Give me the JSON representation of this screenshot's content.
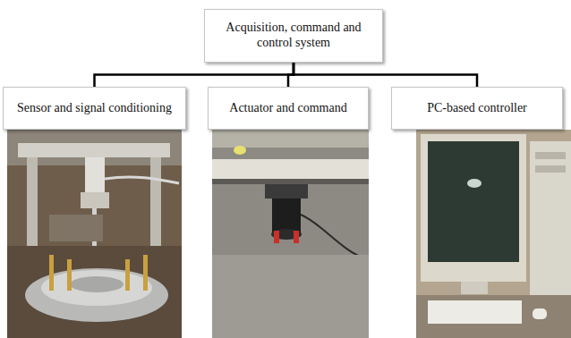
{
  "diagram": {
    "nodes": [
      {
        "text": [
          "Acquisition, command and control system"
        ]
      },
      {
        "text": [
          "Sensor and signal conditioning"
        ]
      },
      {
        "text": [
          "Actuator and command"
        ]
      },
      {
        "text": [
          "PC-based controller"
        ]
      }
    ],
    "edges": [
      {
        "from": 0,
        "to": 1,
        "arrow": "none"
      },
      {
        "from": 0,
        "to": 2,
        "arrow": "none"
      },
      {
        "from": 0,
        "to": 3,
        "arrow": "none"
      }
    ]
  }
}
